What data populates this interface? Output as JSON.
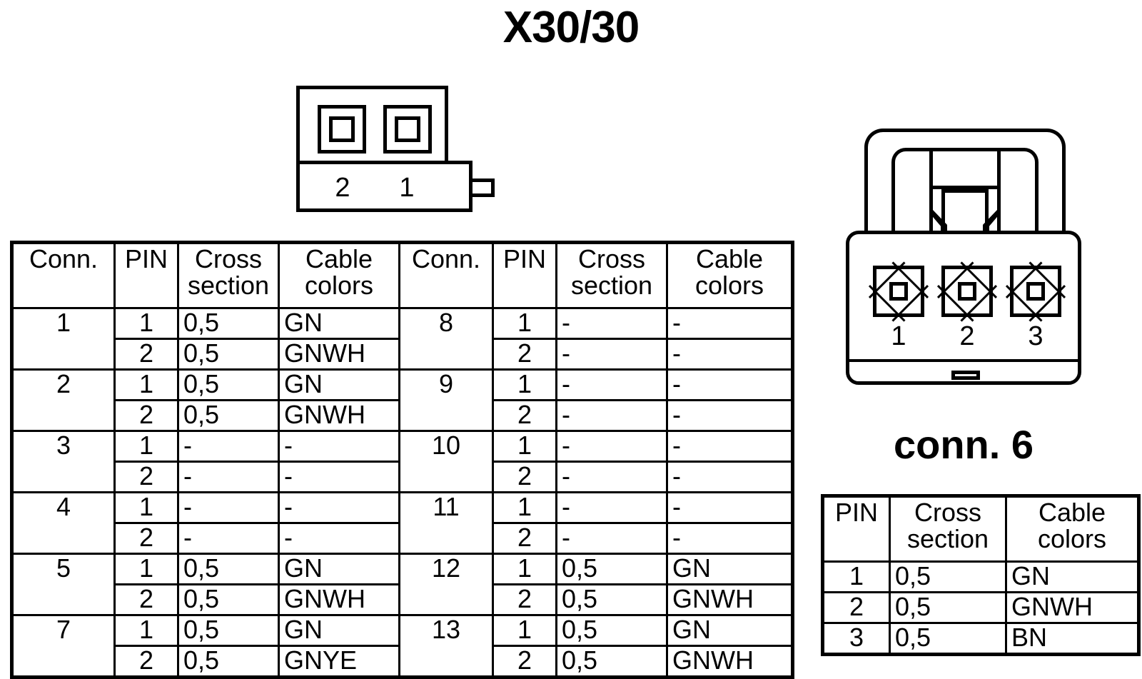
{
  "title": "X30/30",
  "connector_2pin": {
    "name": "two-pin-connector",
    "pin_labels": [
      "2",
      "1"
    ]
  },
  "connector_3pin": {
    "name": "three-pin-connector",
    "heading": "conn. 6",
    "pin_labels": [
      "1",
      "2",
      "3"
    ]
  },
  "main_table": {
    "headers": {
      "conn": "Conn.",
      "pin": "PIN",
      "cross_section": "Cross\nsection",
      "cable_colors": "Cable\ncolors"
    },
    "left_groups": [
      {
        "conn": "1",
        "rows": [
          {
            "pin": "1",
            "cross": "0,5",
            "colors": "GN"
          },
          {
            "pin": "2",
            "cross": "0,5",
            "colors": "GNWH"
          }
        ]
      },
      {
        "conn": "2",
        "rows": [
          {
            "pin": "1",
            "cross": "0,5",
            "colors": "GN"
          },
          {
            "pin": "2",
            "cross": "0,5",
            "colors": "GNWH"
          }
        ]
      },
      {
        "conn": "3",
        "rows": [
          {
            "pin": "1",
            "cross": "-",
            "colors": "-"
          },
          {
            "pin": "2",
            "cross": "-",
            "colors": "-"
          }
        ]
      },
      {
        "conn": "4",
        "rows": [
          {
            "pin": "1",
            "cross": "-",
            "colors": "-"
          },
          {
            "pin": "2",
            "cross": "-",
            "colors": "-"
          }
        ]
      },
      {
        "conn": "5",
        "rows": [
          {
            "pin": "1",
            "cross": "0,5",
            "colors": "GN"
          },
          {
            "pin": "2",
            "cross": "0,5",
            "colors": "GNWH"
          }
        ]
      },
      {
        "conn": "7",
        "rows": [
          {
            "pin": "1",
            "cross": "0,5",
            "colors": "GN"
          },
          {
            "pin": "2",
            "cross": "0,5",
            "colors": "GNYE"
          }
        ]
      }
    ],
    "right_groups": [
      {
        "conn": "8",
        "rows": [
          {
            "pin": "1",
            "cross": "-",
            "colors": "-"
          },
          {
            "pin": "2",
            "cross": "-",
            "colors": "-"
          }
        ]
      },
      {
        "conn": "9",
        "rows": [
          {
            "pin": "1",
            "cross": "-",
            "colors": "-"
          },
          {
            "pin": "2",
            "cross": "-",
            "colors": "-"
          }
        ]
      },
      {
        "conn": "10",
        "rows": [
          {
            "pin": "1",
            "cross": "-",
            "colors": "-"
          },
          {
            "pin": "2",
            "cross": "-",
            "colors": "-"
          }
        ]
      },
      {
        "conn": "11",
        "rows": [
          {
            "pin": "1",
            "cross": "-",
            "colors": "-"
          },
          {
            "pin": "2",
            "cross": "-",
            "colors": "-"
          }
        ]
      },
      {
        "conn": "12",
        "rows": [
          {
            "pin": "1",
            "cross": "0,5",
            "colors": "GN"
          },
          {
            "pin": "2",
            "cross": "0,5",
            "colors": "GNWH"
          }
        ]
      },
      {
        "conn": "13",
        "rows": [
          {
            "pin": "1",
            "cross": "0,5",
            "colors": "GN"
          },
          {
            "pin": "2",
            "cross": "0,5",
            "colors": "GNWH"
          }
        ]
      }
    ]
  },
  "conn6_table": {
    "headers": {
      "pin": "PIN",
      "cross_section": "Cross\nsection",
      "cable_colors": "Cable\ncolors"
    },
    "rows": [
      {
        "pin": "1",
        "cross": "0,5",
        "colors": "GN"
      },
      {
        "pin": "2",
        "cross": "0,5",
        "colors": "GNWH"
      },
      {
        "pin": "3",
        "cross": "0,5",
        "colors": "BN"
      }
    ]
  }
}
